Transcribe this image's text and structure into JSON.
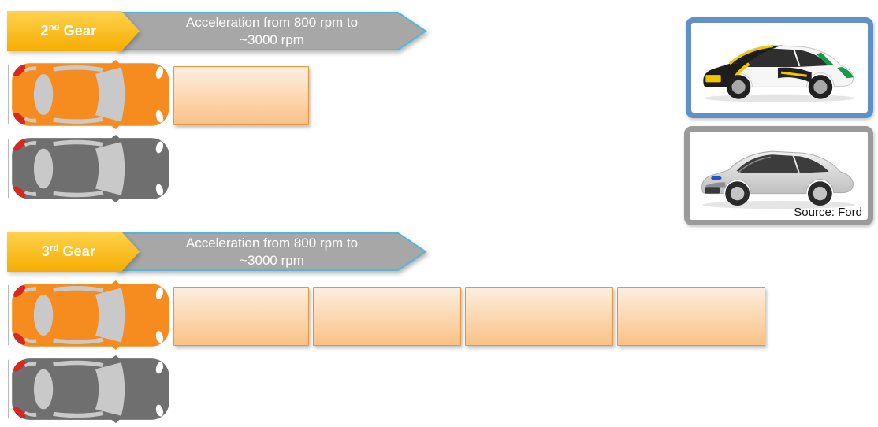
{
  "colors": {
    "gold-1": "#ffd24e",
    "gold-2": "#f5ad00",
    "arrow-fill": "#a7a7a7",
    "arrow-border": "#58b5d7",
    "bar-top": "#fdeede",
    "bar-bottom": "#fac287",
    "bar-border": "#e8953c",
    "car-orange": "#f68b1f",
    "car-gray": "#6f6f6f",
    "car-window": "#c9c9c9",
    "car-tail": "#d6281e",
    "frame-blue": "#6090c8",
    "frame-gray": "#9b9b9b"
  },
  "sections": [
    {
      "gear_number": "2",
      "gear_ordinal": "nd",
      "gear_word": "Gear",
      "arrow_line1": "Acceleration from 800 rpm to",
      "arrow_line2": "~3000 rpm",
      "bar_count": 1
    },
    {
      "gear_number": "3",
      "gear_ordinal": "rd",
      "gear_word": "Gear",
      "arrow_line1": "Acceleration from 800 rpm to",
      "arrow_line2": "~3000 rpm",
      "bar_count": 4
    }
  ],
  "photos": {
    "bottom": {
      "caption": "Source: Ford"
    }
  }
}
